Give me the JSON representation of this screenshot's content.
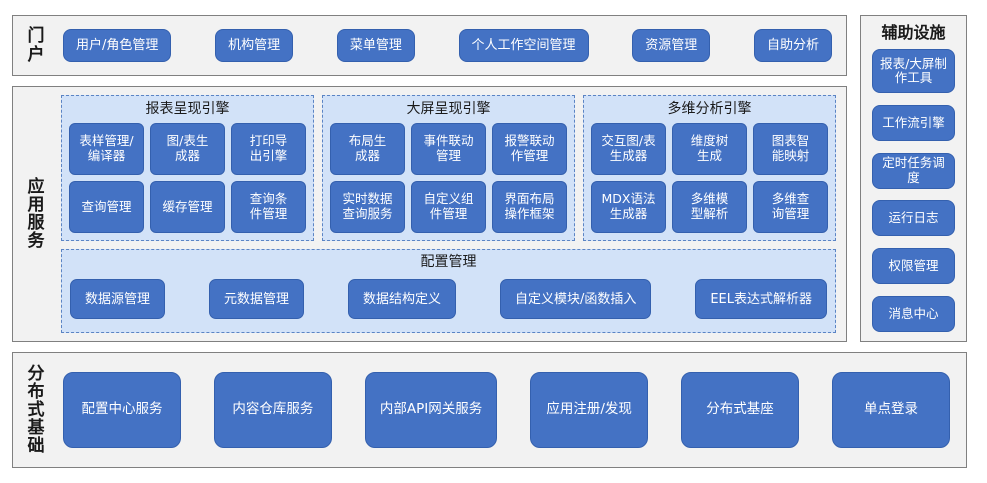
{
  "portal": {
    "label": "门户",
    "label_chars": [
      "门",
      "户"
    ],
    "items": [
      {
        "label": "用户/角色管理"
      },
      {
        "label": "机构管理"
      },
      {
        "label": "菜单管理"
      },
      {
        "label": "个人工作空间管理"
      },
      {
        "label": "资源管理"
      },
      {
        "label": "自助分析"
      }
    ]
  },
  "app_services": {
    "label": "应用服务",
    "label_chars": [
      "应",
      "用",
      "服",
      "务"
    ],
    "engines": [
      {
        "title": "报表呈现引擎",
        "items": [
          {
            "label": "表样管理/\n编译器"
          },
          {
            "label": "图/表生\n成器"
          },
          {
            "label": "打印导\n出引擎"
          },
          {
            "label": "查询管理"
          },
          {
            "label": "缓存管理"
          },
          {
            "label": "查询条\n件管理"
          }
        ]
      },
      {
        "title": "大屏呈现引擎",
        "items": [
          {
            "label": "布局生\n成器"
          },
          {
            "label": "事件联动\n管理"
          },
          {
            "label": "报警联动\n作管理"
          },
          {
            "label": "实时数据\n查询服务"
          },
          {
            "label": "自定义组\n件管理"
          },
          {
            "label": "界面布局\n操作框架"
          }
        ]
      },
      {
        "title": "多维分析引擎",
        "items": [
          {
            "label": "交互图/表\n生成器"
          },
          {
            "label": "维度树\n生成"
          },
          {
            "label": "图表智\n能映射"
          },
          {
            "label": "MDX语法\n生成器"
          },
          {
            "label": "多维模\n型解析"
          },
          {
            "label": "多维查\n询管理"
          }
        ]
      }
    ],
    "config": {
      "title": "配置管理",
      "items": [
        {
          "label": "数据源管理"
        },
        {
          "label": "元数据管理"
        },
        {
          "label": "数据结构定义"
        },
        {
          "label": "自定义模块/函数插入"
        },
        {
          "label": "EEL表达式解析器"
        }
      ]
    }
  },
  "distributed_base": {
    "label": "分布式基础",
    "label_chars": [
      "分",
      "布",
      "式",
      "基",
      "础"
    ],
    "items": [
      {
        "label": "配置中心服务"
      },
      {
        "label": "内容仓库服务"
      },
      {
        "label": "内部API网关服务"
      },
      {
        "label": "应用注册/发现"
      },
      {
        "label": "分布式基座"
      },
      {
        "label": "单点登录"
      }
    ]
  },
  "aux_facilities": {
    "title": "辅助设施",
    "items": [
      {
        "label": "报表/大屏制\n作工具",
        "tall": true
      },
      {
        "label": "工作流引擎",
        "tall": false
      },
      {
        "label": "定时任务调度",
        "tall": false
      },
      {
        "label": "运行日志",
        "tall": false
      },
      {
        "label": "权限管理",
        "tall": false
      },
      {
        "label": "消息中心",
        "tall": false
      }
    ]
  },
  "colors": {
    "pill_fill": "#4472C4",
    "pill_border": "#3460AE",
    "pill_text": "#FFFFFF",
    "panel_fill": "#D2E2F8",
    "panel_border": "#5B84C4",
    "section_fill": "#F2F2F2",
    "section_border": "#808080",
    "page_background": "#FFFFFF"
  }
}
